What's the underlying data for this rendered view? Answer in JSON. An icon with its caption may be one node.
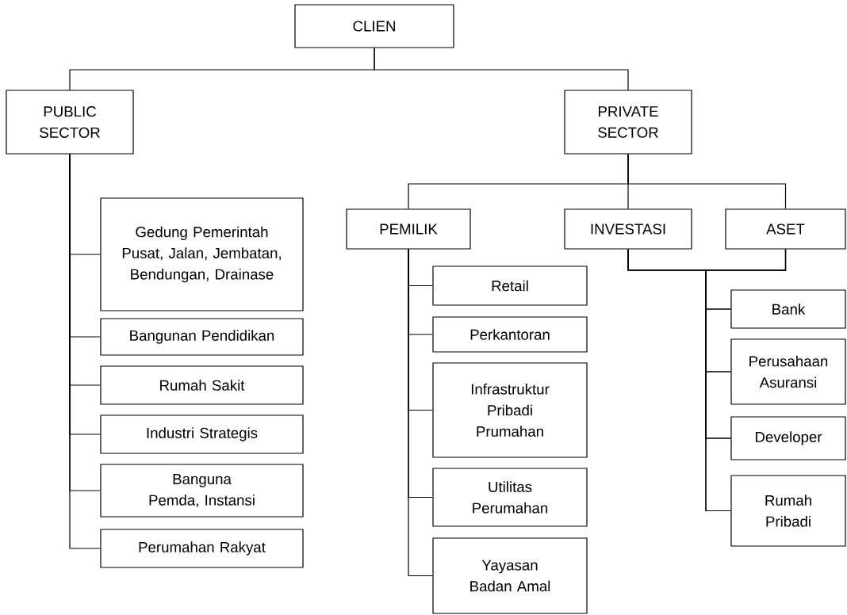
{
  "diagram": {
    "nodes": [
      {
        "text": [
          "CLIEN"
        ]
      },
      {
        "text": [
          "PUBLIC SECTOR"
        ]
      },
      {
        "text": [
          "PRIVATE SECTOR"
        ]
      },
      {
        "text": [
          "Gedung Pemerintah Pusat, Jalan, Jembatan, Bendungan, Drainase"
        ]
      },
      {
        "text": [
          "Bangunan Pendidikan"
        ]
      },
      {
        "text": [
          "Rumah Sakit"
        ]
      },
      {
        "text": [
          "Industri Strategis"
        ]
      },
      {
        "text": [
          "Banguna Pemda, Instansi"
        ]
      },
      {
        "text": [
          "Perumahan Rakyat"
        ]
      },
      {
        "text": [
          "PEMILIK"
        ]
      },
      {
        "text": [
          "INVESTASI"
        ]
      },
      {
        "text": [
          "ASET"
        ]
      },
      {
        "text": [
          "Retail"
        ]
      },
      {
        "text": [
          "Perkantoran"
        ]
      },
      {
        "text": [
          "Infrastruktur Pribadi Prumahan"
        ]
      },
      {
        "text": [
          "Utilitas Perumahan"
        ]
      },
      {
        "text": [
          "Yayasan Badan Amal"
        ]
      },
      {
        "text": [
          "Bank"
        ]
      },
      {
        "text": [
          "Perusahaan Asuransi"
        ]
      },
      {
        "text": [
          "Developer"
        ]
      },
      {
        "text": [
          "Rumah Pribadi"
        ]
      }
    ],
    "edges": [
      {
        "from": 0,
        "to": 1,
        "arrow": "none"
      },
      {
        "from": 0,
        "to": 2,
        "arrow": "none"
      },
      {
        "from": 1,
        "to": 3,
        "arrow": "none"
      },
      {
        "from": 1,
        "to": 4,
        "arrow": "none"
      },
      {
        "from": 1,
        "to": 5,
        "arrow": "none"
      },
      {
        "from": 1,
        "to": 6,
        "arrow": "none"
      },
      {
        "from": 1,
        "to": 7,
        "arrow": "none"
      },
      {
        "from": 1,
        "to": 8,
        "arrow": "none"
      },
      {
        "from": 2,
        "to": 9,
        "arrow": "none"
      },
      {
        "from": 2,
        "to": 10,
        "arrow": "none"
      },
      {
        "from": 2,
        "to": 11,
        "arrow": "none"
      },
      {
        "from": 9,
        "to": 12,
        "arrow": "none"
      },
      {
        "from": 9,
        "to": 13,
        "arrow": "none"
      },
      {
        "from": 9,
        "to": 14,
        "arrow": "none"
      },
      {
        "from": 9,
        "to": 15,
        "arrow": "none"
      },
      {
        "from": 9,
        "to": 16,
        "arrow": "none"
      },
      {
        "from": 10,
        "to": 17,
        "arrow": "none"
      },
      {
        "from": 10,
        "to": 18,
        "arrow": "none"
      },
      {
        "from": 10,
        "to": 19,
        "arrow": "none"
      },
      {
        "from": 10,
        "to": 20,
        "arrow": "none"
      },
      {
        "from": 11,
        "to": 17,
        "arrow": "none"
      },
      {
        "from": 11,
        "to": 18,
        "arrow": "none"
      },
      {
        "from": 11,
        "to": 19,
        "arrow": "none"
      },
      {
        "from": 11,
        "to": 20,
        "arrow": "none"
      }
    ]
  }
}
